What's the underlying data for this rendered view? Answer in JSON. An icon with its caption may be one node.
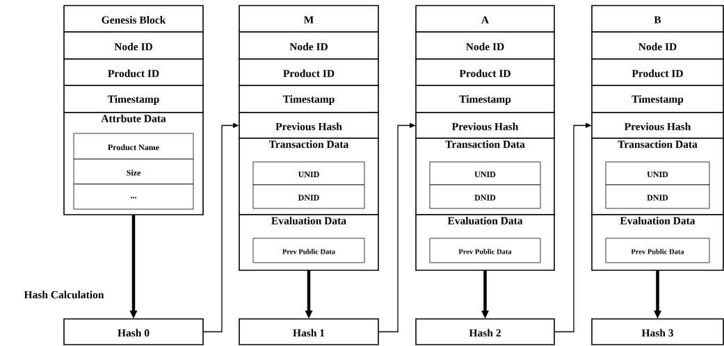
{
  "diagram": {
    "nodes": [
      {
        "text": [
          "Genesis Block"
        ]
      },
      {
        "text": [
          "Node ID"
        ]
      },
      {
        "text": [
          "Product ID"
        ]
      },
      {
        "text": [
          "Timestamp"
        ]
      },
      {
        "text": [
          "Attrbute Data"
        ]
      },
      {
        "text": [
          "Product Name"
        ],
        "in": 4
      },
      {
        "text": [
          "Size"
        ],
        "in": 4
      },
      {
        "text": [
          "..."
        ],
        "in": 4
      },
      {
        "text": [
          "Hash 0"
        ]
      },
      {
        "text": [
          "M"
        ]
      },
      {
        "text": [
          "Node ID"
        ]
      },
      {
        "text": [
          "Product ID"
        ]
      },
      {
        "text": [
          "Timestamp"
        ]
      },
      {
        "text": [
          "Previous Hash"
        ]
      },
      {
        "text": [
          "Transaction Data"
        ]
      },
      {
        "text": [
          "UNID"
        ],
        "in": 14
      },
      {
        "text": [
          "DNID"
        ],
        "in": 14
      },
      {
        "text": [
          "Evaluation Data"
        ]
      },
      {
        "text": [
          "Prev Public Data"
        ],
        "in": 17
      },
      {
        "text": [
          "Hash 1"
        ]
      },
      {
        "text": [
          "A"
        ]
      },
      {
        "text": [
          "Node ID"
        ]
      },
      {
        "text": [
          "Product ID"
        ]
      },
      {
        "text": [
          "Timestamp"
        ]
      },
      {
        "text": [
          "Previous Hash"
        ]
      },
      {
        "text": [
          "Transaction Data"
        ]
      },
      {
        "text": [
          "UNID"
        ],
        "in": 25
      },
      {
        "text": [
          "DNID"
        ],
        "in": 25
      },
      {
        "text": [
          "Evaluation Data"
        ]
      },
      {
        "text": [
          "Prev Public Data"
        ],
        "in": 28
      },
      {
        "text": [
          "Hash 2"
        ]
      },
      {
        "text": [
          "B"
        ]
      },
      {
        "text": [
          "Node ID"
        ]
      },
      {
        "text": [
          "Product ID"
        ]
      },
      {
        "text": [
          "Timestamp"
        ]
      },
      {
        "text": [
          "Previous Hash"
        ]
      },
      {
        "text": [
          "Transaction Data"
        ]
      },
      {
        "text": [
          "UNID"
        ],
        "in": 36
      },
      {
        "text": [
          "DNID"
        ],
        "in": 36
      },
      {
        "text": [
          "Evaluation Data"
        ]
      },
      {
        "text": [
          "Prev Public Data"
        ],
        "in": 39
      },
      {
        "text": [
          "Hash 3"
        ]
      }
    ],
    "edges": [
      {
        "from": 4,
        "to": 8,
        "arrow": "to",
        "label": "Hash Calculation"
      },
      {
        "from": 8,
        "to": 13,
        "arrow": "to"
      },
      {
        "from": 17,
        "to": 19,
        "arrow": "to"
      },
      {
        "from": 19,
        "to": 24,
        "arrow": "to"
      },
      {
        "from": 28,
        "to": 30,
        "arrow": "to"
      },
      {
        "from": 30,
        "to": 35,
        "arrow": "to"
      },
      {
        "from": 39,
        "to": 41,
        "arrow": "to"
      }
    ]
  }
}
